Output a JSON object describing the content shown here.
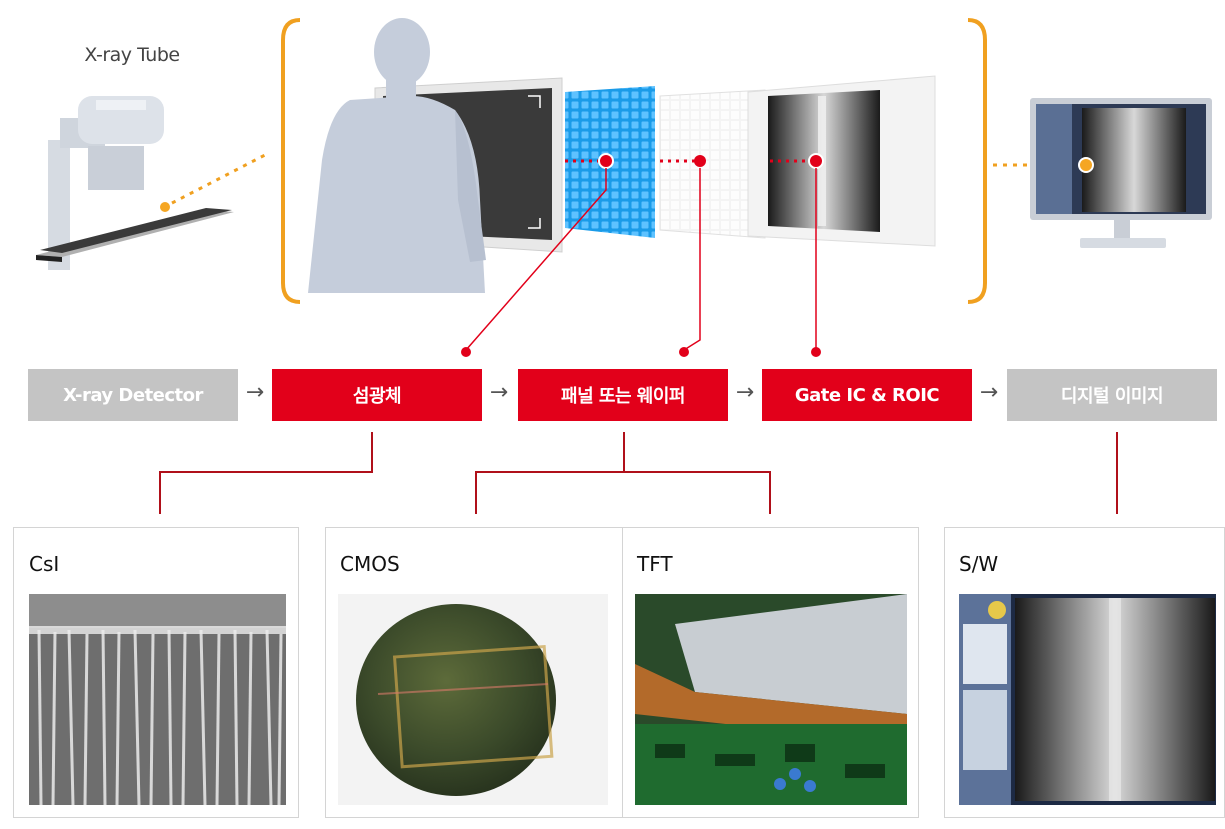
{
  "xray_tube_label": "X-ray Tube",
  "flow": {
    "xray_detector": "X-ray Detector",
    "scintillator": "섬광체",
    "panel_wafer": "패널 또는 웨이퍼",
    "gate_roic": "Gate IC & ROIC",
    "digital_image": "디지털 이미지",
    "arrow": "→"
  },
  "cards": {
    "csi": "CsI",
    "cmos": "CMOS",
    "tft": "TFT",
    "sw": "S/W"
  },
  "colors": {
    "accent_red": "#e2001a",
    "bracket_orange": "#f0a020",
    "flow_gray": "#c4c4c4"
  }
}
